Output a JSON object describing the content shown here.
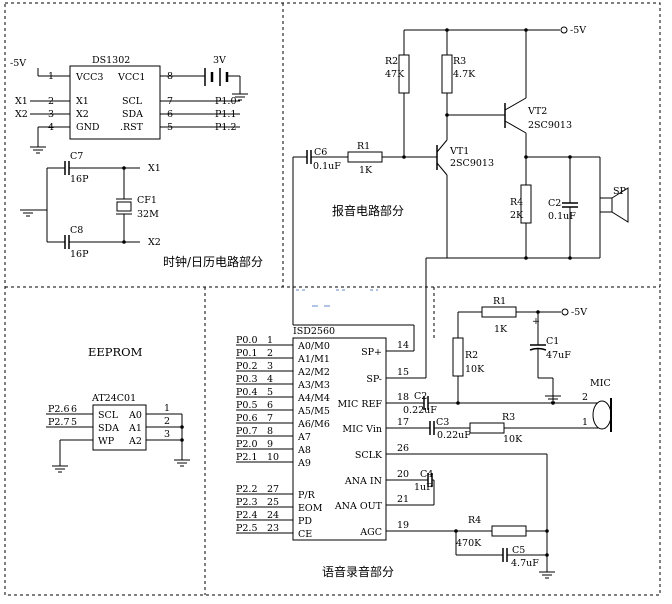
{
  "sections": {
    "clock": "时钟/日历电路部分",
    "alarm": "报音电路部分",
    "eeprom": "EEPROM",
    "voice": "语音录音部分"
  },
  "ds1302": {
    "name": "DS1302",
    "pins_left": [
      {
        "num": "1",
        "name": "VCC3"
      },
      {
        "num": "2",
        "name": "X1"
      },
      {
        "num": "3",
        "name": "X2"
      },
      {
        "num": "4",
        "name": "GND"
      }
    ],
    "pins_right": [
      {
        "num": "8",
        "name": "VCC1"
      },
      {
        "num": "7",
        "name": "SCL"
      },
      {
        "num": "6",
        "name": "SDA"
      },
      {
        "num": "5",
        "name": ".RST"
      }
    ],
    "left_nets": [
      "X1",
      "X2"
    ],
    "right_nets": [
      "P1.0",
      "P1.1",
      "P1.2"
    ],
    "supply_left": "-5V",
    "battery": "3V"
  },
  "crystal": {
    "c7_name": "C7",
    "c7_val": "16P",
    "c8_name": "C8",
    "c8_val": "16P",
    "name": "CF1",
    "val": "32M",
    "net1": "X1",
    "net2": "X2"
  },
  "alarm": {
    "r2": {
      "name": "R2",
      "val": "47K"
    },
    "r3": {
      "name": "R3",
      "val": "4.7K"
    },
    "r1": {
      "name": "R1",
      "val": "1K"
    },
    "r4": {
      "name": "R4",
      "val": "2K"
    },
    "c6": {
      "name": "C6",
      "val": "0.1uF"
    },
    "c2": {
      "name": "C2",
      "val": "0.1uF"
    },
    "vt1": {
      "name": "VT1",
      "type": "2SC9013"
    },
    "vt2": {
      "name": "VT2",
      "type": "2SC9013"
    },
    "supply": "-5V",
    "speaker": "SP"
  },
  "at24": {
    "name": "AT24C01",
    "pins": [
      {
        "net": "P2.6",
        "pnum": "6",
        "name": "SCL",
        "rname": "A0",
        "rnum": "1"
      },
      {
        "net": "P2.7",
        "pnum": "5",
        "name": "SDA",
        "rname": "A1",
        "rnum": "2"
      },
      {
        "net": "",
        "pnum": "",
        "name": "WP",
        "rname": "A2",
        "rnum": "3"
      }
    ]
  },
  "isd": {
    "name": "ISD2560",
    "left_pins": [
      {
        "net": "P0.0",
        "num": "1",
        "name": "A0/M0"
      },
      {
        "net": "P0.1",
        "num": "2",
        "name": "A1/M1"
      },
      {
        "net": "P0.2",
        "num": "3",
        "name": "A2/M2"
      },
      {
        "net": "P0.3",
        "num": "4",
        "name": "A3/M3"
      },
      {
        "net": "P0.4",
        "num": "5",
        "name": "A4/M4"
      },
      {
        "net": "P0.5",
        "num": "6",
        "name": "A5/M5"
      },
      {
        "net": "P0.6",
        "num": "7",
        "name": "A6/M6"
      },
      {
        "net": "P0.7",
        "num": "8",
        "name": "A7"
      },
      {
        "net": "P2.0",
        "num": "9",
        "name": "A8"
      },
      {
        "net": "P2.1",
        "num": "10",
        "name": "A9"
      },
      {
        "net": "P2.2",
        "num": "27",
        "name": "P/R"
      },
      {
        "net": "P2.3",
        "num": "25",
        "name": "EOM"
      },
      {
        "net": "P2.4",
        "num": "24",
        "name": "PD"
      },
      {
        "net": "P2.5",
        "num": "23",
        "name": "CE"
      }
    ],
    "right_pins": [
      {
        "num": "14",
        "name": "SP+"
      },
      {
        "num": "15",
        "name": "SP-"
      },
      {
        "num": "18",
        "name": "MIC REF"
      },
      {
        "num": "17",
        "name": "MIC Vin"
      },
      {
        "num": "26",
        "name": "SCLK"
      },
      {
        "num": "20",
        "name": "ANA IN"
      },
      {
        "num": "21",
        "name": "ANA OUT"
      },
      {
        "num": "19",
        "name": "AGC"
      }
    ]
  },
  "voice": {
    "r1": {
      "name": "R1",
      "val": "1K"
    },
    "r2": {
      "name": "R2",
      "val": "10K"
    },
    "r3": {
      "name": "R3",
      "val": "10K"
    },
    "r4": {
      "name": "R4",
      "val": "470K"
    },
    "c1": {
      "name": "C1",
      "val": "47uF",
      "plus": "+"
    },
    "c2": {
      "name": "C2",
      "val": "0.22uF"
    },
    "c3": {
      "name": "C3",
      "val": "0.22uF"
    },
    "c4": {
      "name": "C4",
      "val": "1uF"
    },
    "c5": {
      "name": "C5",
      "val": "4.7uF"
    },
    "supply": "-5V",
    "mic": "MIC",
    "mic_pin1": "1",
    "mic_pin2": "2"
  }
}
